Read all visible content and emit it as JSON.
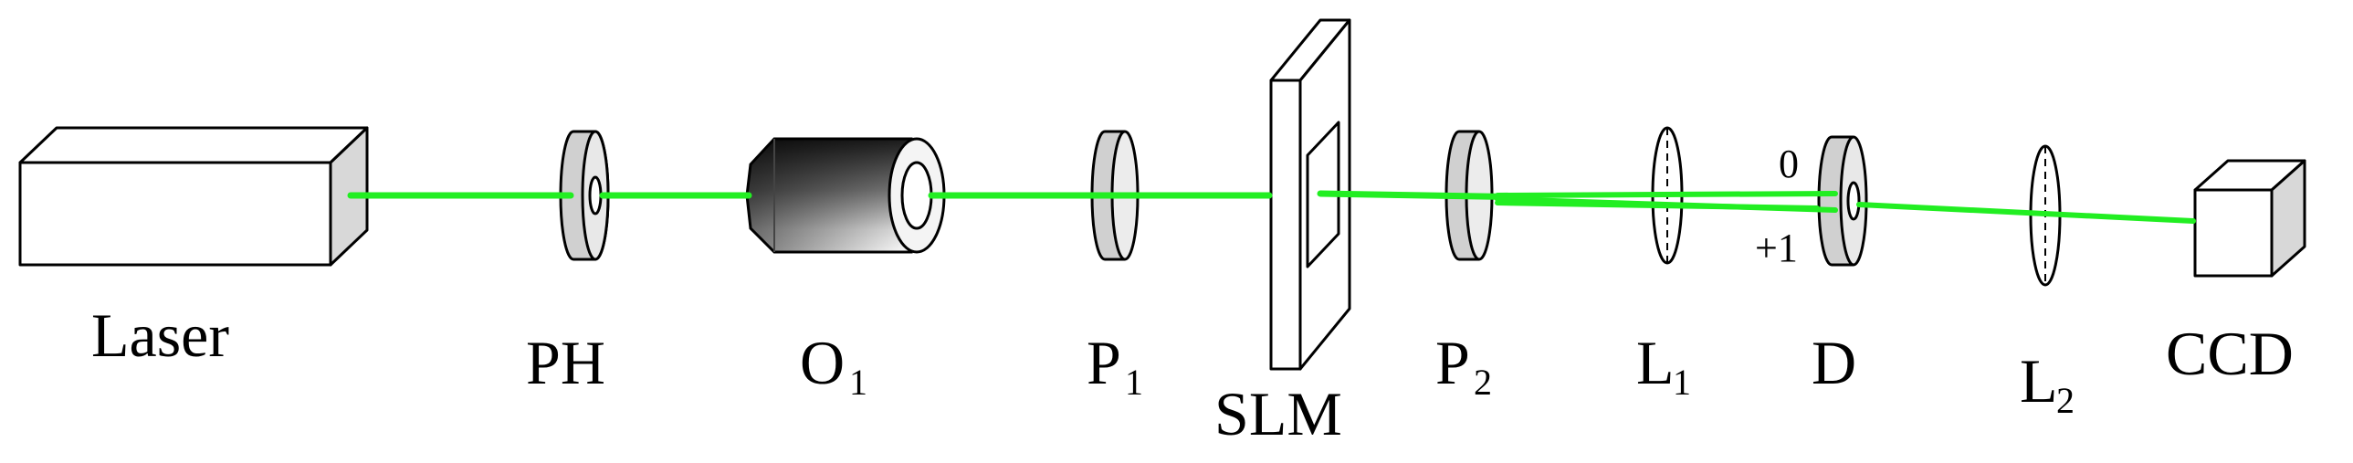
{
  "diagram": {
    "beam_color": "#22ee22",
    "components": [
      {
        "id": "laser",
        "label": "Laser",
        "sub": ""
      },
      {
        "id": "pinhole",
        "label": "PH",
        "sub": ""
      },
      {
        "id": "objective",
        "label": "O",
        "sub": "1"
      },
      {
        "id": "polarizer-1",
        "label": "P",
        "sub": "1"
      },
      {
        "id": "slm",
        "label": "SLM",
        "sub": ""
      },
      {
        "id": "polarizer-2",
        "label": "P",
        "sub": "2"
      },
      {
        "id": "lens-1",
        "label": "L",
        "sub": "1"
      },
      {
        "id": "diaphragm",
        "label": "D",
        "sub": ""
      },
      {
        "id": "lens-2",
        "label": "L",
        "sub": "2"
      },
      {
        "id": "ccd",
        "label": "CCD",
        "sub": ""
      }
    ],
    "orders": {
      "zero": "0",
      "plus_one": "+1"
    }
  }
}
